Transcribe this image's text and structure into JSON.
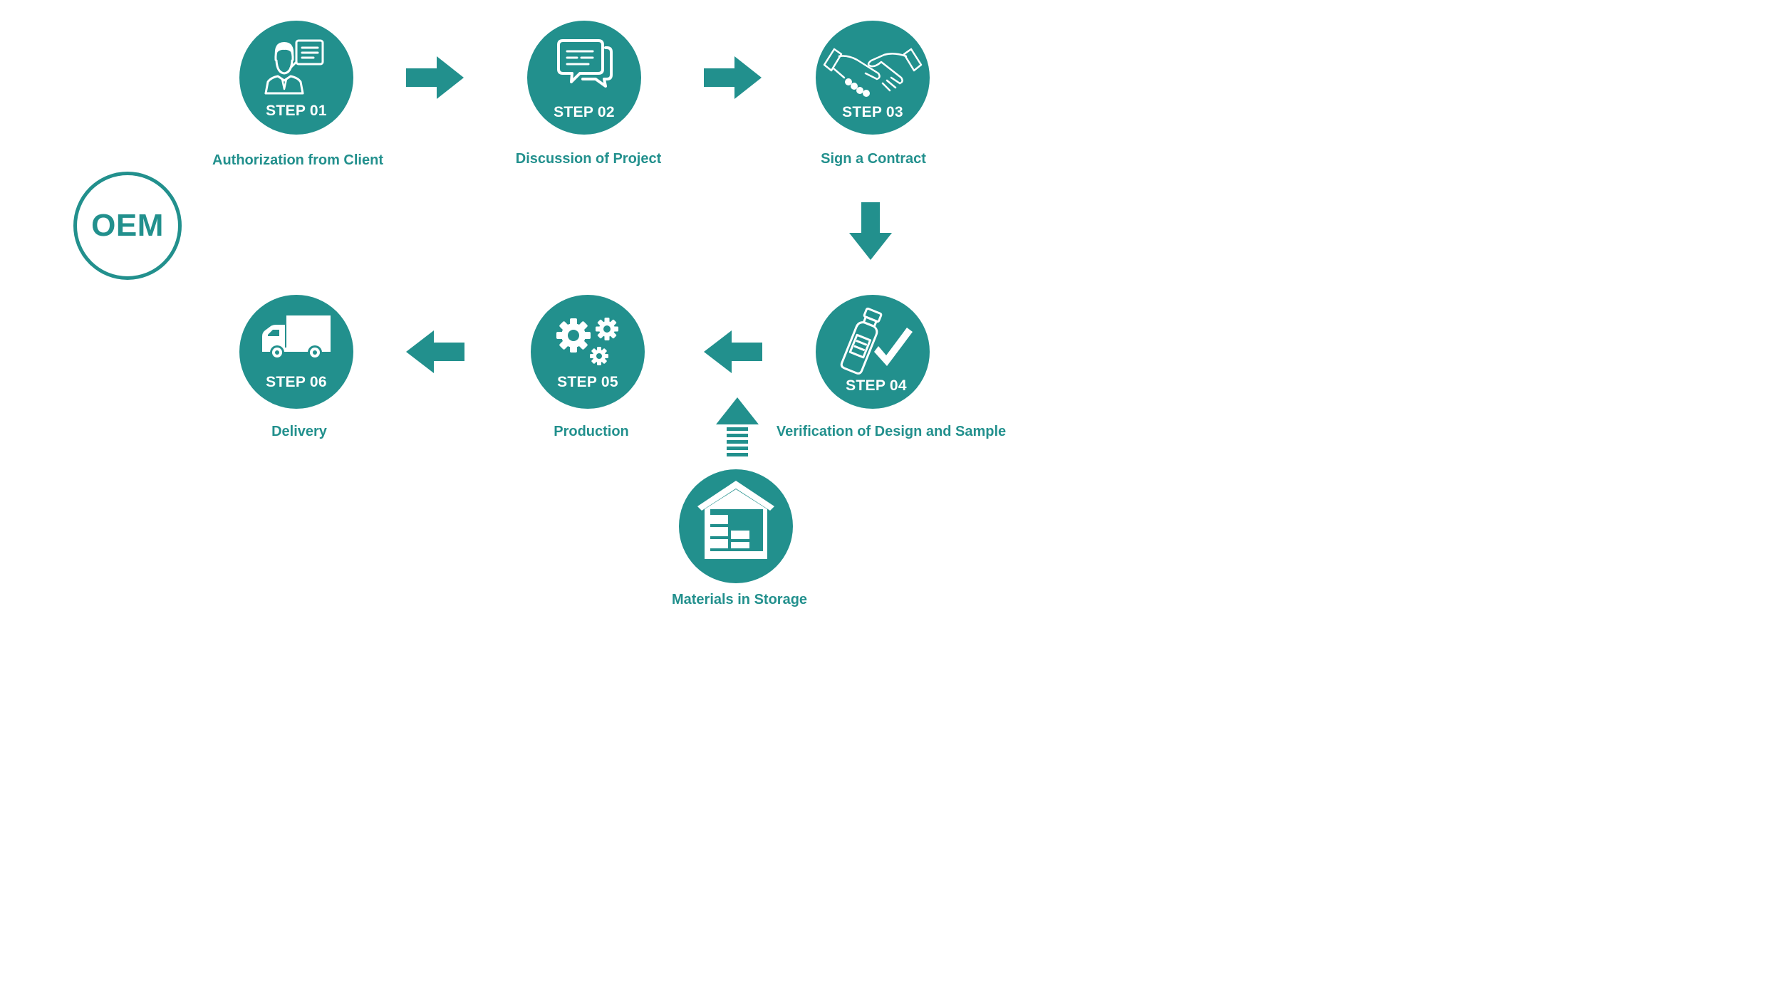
{
  "badge": {
    "label": "OEM"
  },
  "steps": [
    {
      "step_label": "STEP 01",
      "caption": "Authorization from Client",
      "icon": "consultant-presentation-icon"
    },
    {
      "step_label": "STEP 02",
      "caption": "Discussion of Project",
      "icon": "chat-bubbles-icon"
    },
    {
      "step_label": "STEP 03",
      "caption": "Sign a Contract",
      "icon": "handshake-icon"
    },
    {
      "step_label": "STEP 04",
      "caption": "Verification of Design and Sample",
      "icon": "bottle-check-icon"
    },
    {
      "step_label": "STEP 05",
      "caption": "Production",
      "icon": "gears-icon"
    },
    {
      "step_label": "STEP 06",
      "caption": "Delivery",
      "icon": "truck-icon"
    }
  ],
  "storage": {
    "caption": "Materials in Storage",
    "icon": "warehouse-icon"
  },
  "colors": {
    "accent": "#22908d",
    "background": "#ffffff",
    "icon_fg": "#ffffff"
  }
}
